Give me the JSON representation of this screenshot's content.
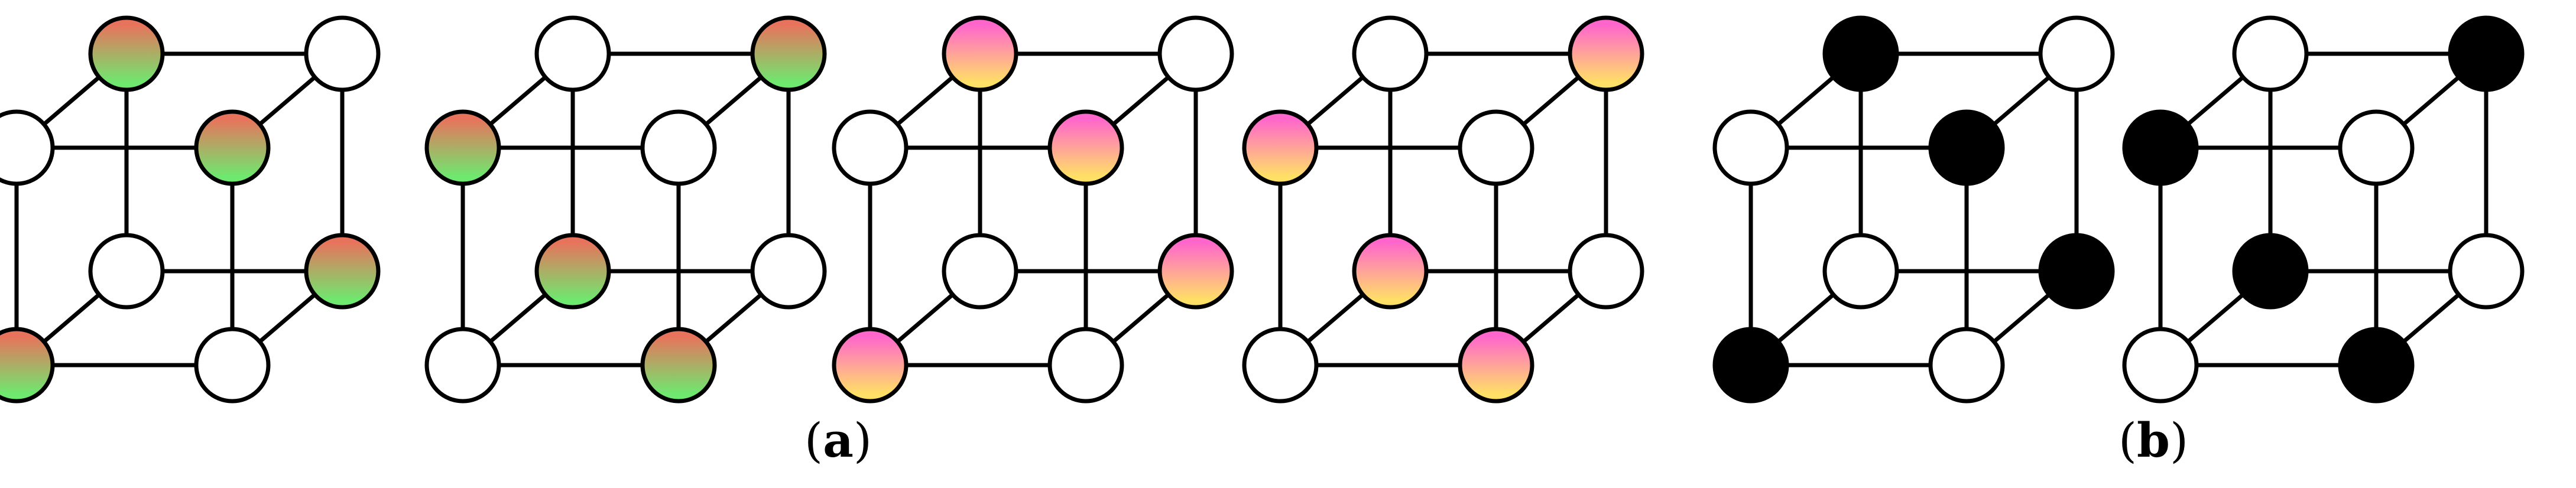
{
  "captions": {
    "a": {
      "open": "(",
      "letter": "a",
      "close": ")"
    },
    "b": {
      "open": "(",
      "letter": "b",
      "close": ")"
    }
  },
  "palette": {
    "edge": "#000000",
    "node_outline": "#000000",
    "empty": "#ffffff",
    "filled_black": "#000000",
    "gradient_red_green": [
      "#e8735c",
      "#6fe86f"
    ],
    "gradient_pink_yellow": [
      "#ff66cc",
      "#ffe066"
    ]
  },
  "cubes": [
    {
      "group": "a",
      "style": "red-green",
      "filled_nodes": [
        "back-top-left",
        "front-top-right",
        "back-bottom-right",
        "front-bottom-left"
      ]
    },
    {
      "group": "a",
      "style": "red-green",
      "filled_nodes": [
        "back-top-right",
        "front-top-left",
        "back-bottom-left",
        "front-bottom-right"
      ]
    },
    {
      "group": "a",
      "style": "pink-yellow",
      "filled_nodes": [
        "back-top-left",
        "front-top-right",
        "back-bottom-right",
        "front-bottom-left"
      ]
    },
    {
      "group": "a",
      "style": "pink-yellow",
      "filled_nodes": [
        "back-top-right",
        "front-top-left",
        "back-bottom-left",
        "front-bottom-right"
      ]
    },
    {
      "group": "b",
      "style": "black",
      "filled_nodes": [
        "back-top-left",
        "front-top-right",
        "back-bottom-right",
        "front-bottom-left"
      ]
    },
    {
      "group": "b",
      "style": "black",
      "filled_nodes": [
        "back-top-right",
        "front-top-left",
        "back-bottom-left",
        "front-bottom-right"
      ]
    }
  ]
}
